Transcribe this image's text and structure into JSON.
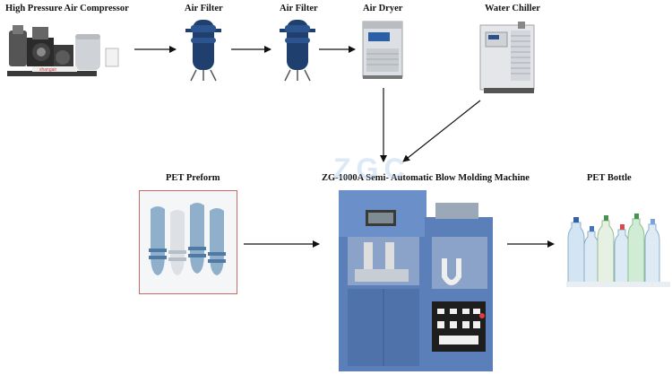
{
  "nodes": {
    "compressor": {
      "label": "High Pressure Air Compressor",
      "brand": "shangair"
    },
    "filter1": {
      "label": "Air Filter"
    },
    "filter2": {
      "label": "Air Filter"
    },
    "dryer": {
      "label": "Air Dryer"
    },
    "chiller": {
      "label": "Water Chiller"
    },
    "preform": {
      "label": "PET Preform"
    },
    "machine": {
      "label": "ZG-1000A Semi- Automatic Blow Molding Machine"
    },
    "bottle": {
      "label": "PET Bottle"
    }
  },
  "watermark": "ZGC",
  "colors": {
    "machine_blue": "#5b7fb8",
    "filter_blue": "#1f3f6e",
    "preform_blue": "#7fa3c4",
    "arrow": "#111111"
  }
}
